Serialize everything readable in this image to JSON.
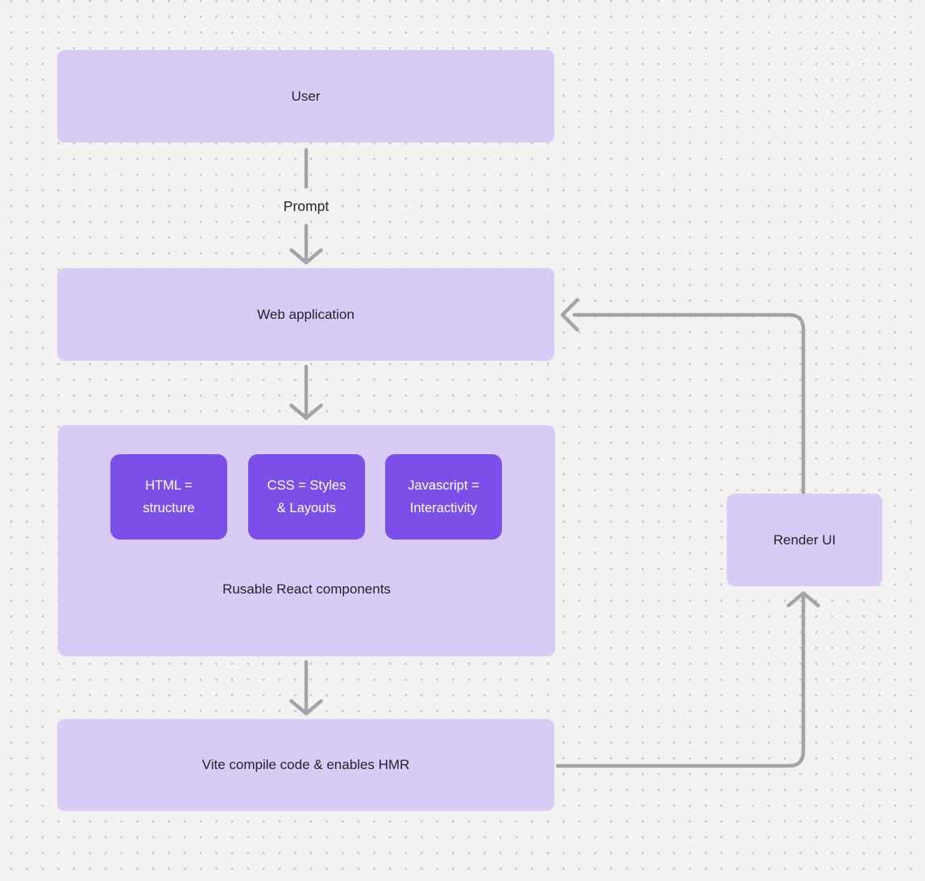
{
  "canvas": {
    "background": "#f3f2f1",
    "dot_color": "#c3c1be"
  },
  "colors": {
    "node_fill": "#d8cbf6",
    "accent_fill": "#7c50e8",
    "accent_text": "#ffffff",
    "text": "#26232b",
    "connector": "#a5a3a7"
  },
  "nodes": {
    "user": {
      "label": "User"
    },
    "web_application": {
      "label": "Web application"
    },
    "components_group": {
      "caption": "Rusable React components",
      "children": [
        {
          "lines": [
            "HTML =",
            "structure"
          ]
        },
        {
          "lines": [
            "CSS = Styles",
            "& Layouts"
          ]
        },
        {
          "lines": [
            "Javascript =",
            "Interactivity"
          ]
        }
      ]
    },
    "vite": {
      "label": "Vite compile code & enables HMR"
    },
    "render_ui": {
      "label": "Render UI"
    }
  },
  "edges": {
    "prompt_label": "Prompt"
  }
}
